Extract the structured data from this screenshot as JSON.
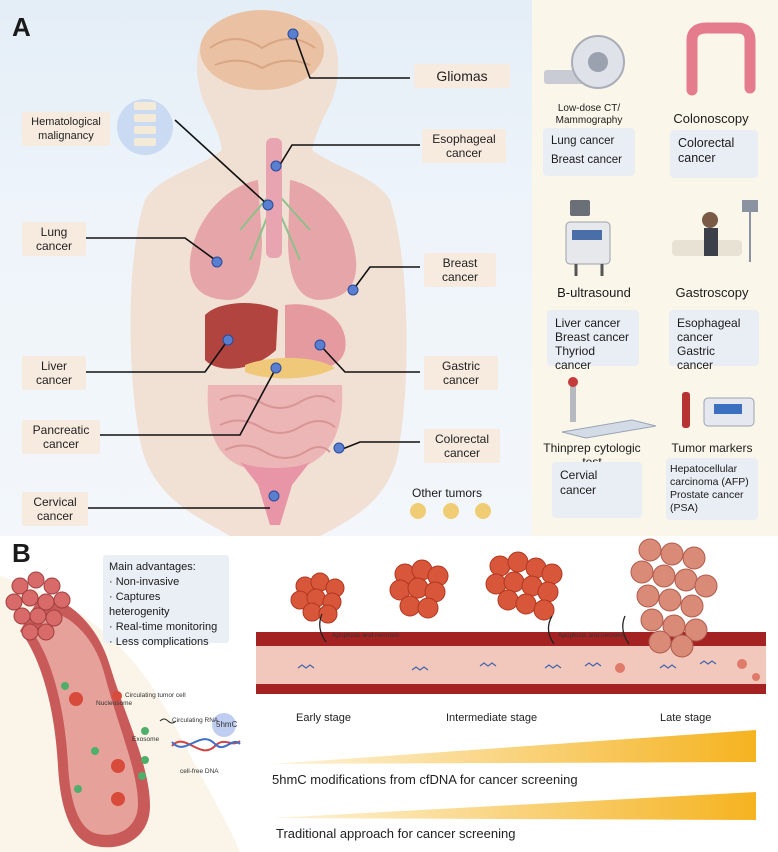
{
  "panel_a": {
    "letter": "A",
    "organs": {
      "gliomas": "Gliomas",
      "hematological": "Hematological malignancy",
      "esophageal": "Esophageal cancer",
      "lung": "Lung cancer",
      "breast": "Breast cancer",
      "liver": "Liver cancer",
      "gastric": "Gastric cancer",
      "pancreatic": "Pancreatic cancer",
      "colorectal": "Colorectal cancer",
      "cervical": "Cervical cancer",
      "other": "Other tumors"
    },
    "methods": [
      {
        "name": "Low-dose CT/ Mammography",
        "targets": [
          "Lung cancer",
          "Breast cancer"
        ]
      },
      {
        "name": "Colonoscopy",
        "targets": [
          "Colorectal cancer"
        ]
      },
      {
        "name": "B-ultrasound",
        "targets": [
          "Liver cancer",
          "Breast cancer",
          "Thyriod cancer"
        ]
      },
      {
        "name": "Gastroscopy",
        "targets": [
          "Esophageal cancer",
          "Gastric cancer"
        ]
      },
      {
        "name": "Thinprep cytologic test",
        "targets": [
          "Cervial cancer"
        ]
      },
      {
        "name": "Tumor markers",
        "targets": [
          "Hepatocellular carcinoma (AFP)",
          "Prostate cancer (PSA)"
        ]
      }
    ]
  },
  "panel_b": {
    "letter": "B",
    "advantages_title": "Main advantages:",
    "advantages": [
      "· Non-invasive",
      "· Captures heterogenity",
      "· Real-time monitoring",
      "· Less complications"
    ],
    "vessel_labels": {
      "ctc": "Circulating tumor cell",
      "nucleosome": "Nucleosome",
      "rna": "Circulating RNA",
      "exosome": "Exosome",
      "hmc": "5hmC",
      "cfdna": "cell-free DNA"
    },
    "apoptosis": "Apoptosis and necrosis",
    "stages": [
      "Early stage",
      "Intermediate stage",
      "Late stage"
    ],
    "approaches": [
      "5hmC modifications from cfDNA for cancer screening",
      "Traditional approach for cancer screening"
    ]
  }
}
